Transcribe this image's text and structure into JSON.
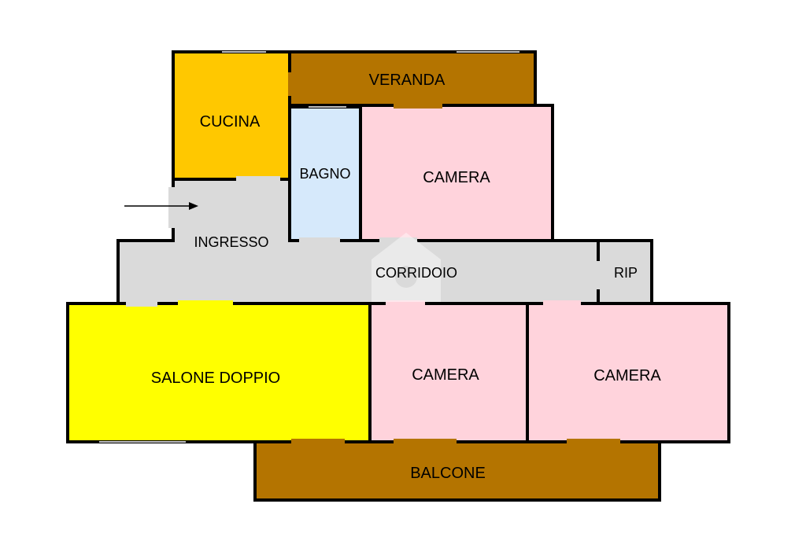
{
  "colors": {
    "veranda": "#b47400",
    "cucina": "#ffc800",
    "bagno": "#d6e9fb",
    "camera": "#ffd3dc",
    "corridoio": "#dadada",
    "salone": "#ffff00",
    "balcone": "#b47400",
    "wall": "#000000"
  },
  "rooms": {
    "veranda": "VERANDA",
    "cucina": "CUCINA",
    "bagno": "BAGNO",
    "camera_top": "CAMERA",
    "ingresso": "INGRESSO",
    "corridoio": "CORRIDOIO",
    "rip": "RIP",
    "salone": "SALONE DOPPIO",
    "camera_mid": "CAMERA",
    "camera_right": "CAMERA",
    "balcone": "BALCONE"
  },
  "icons": {
    "entrance": "arrow-right-icon",
    "watermark": "house-watermark-icon"
  }
}
